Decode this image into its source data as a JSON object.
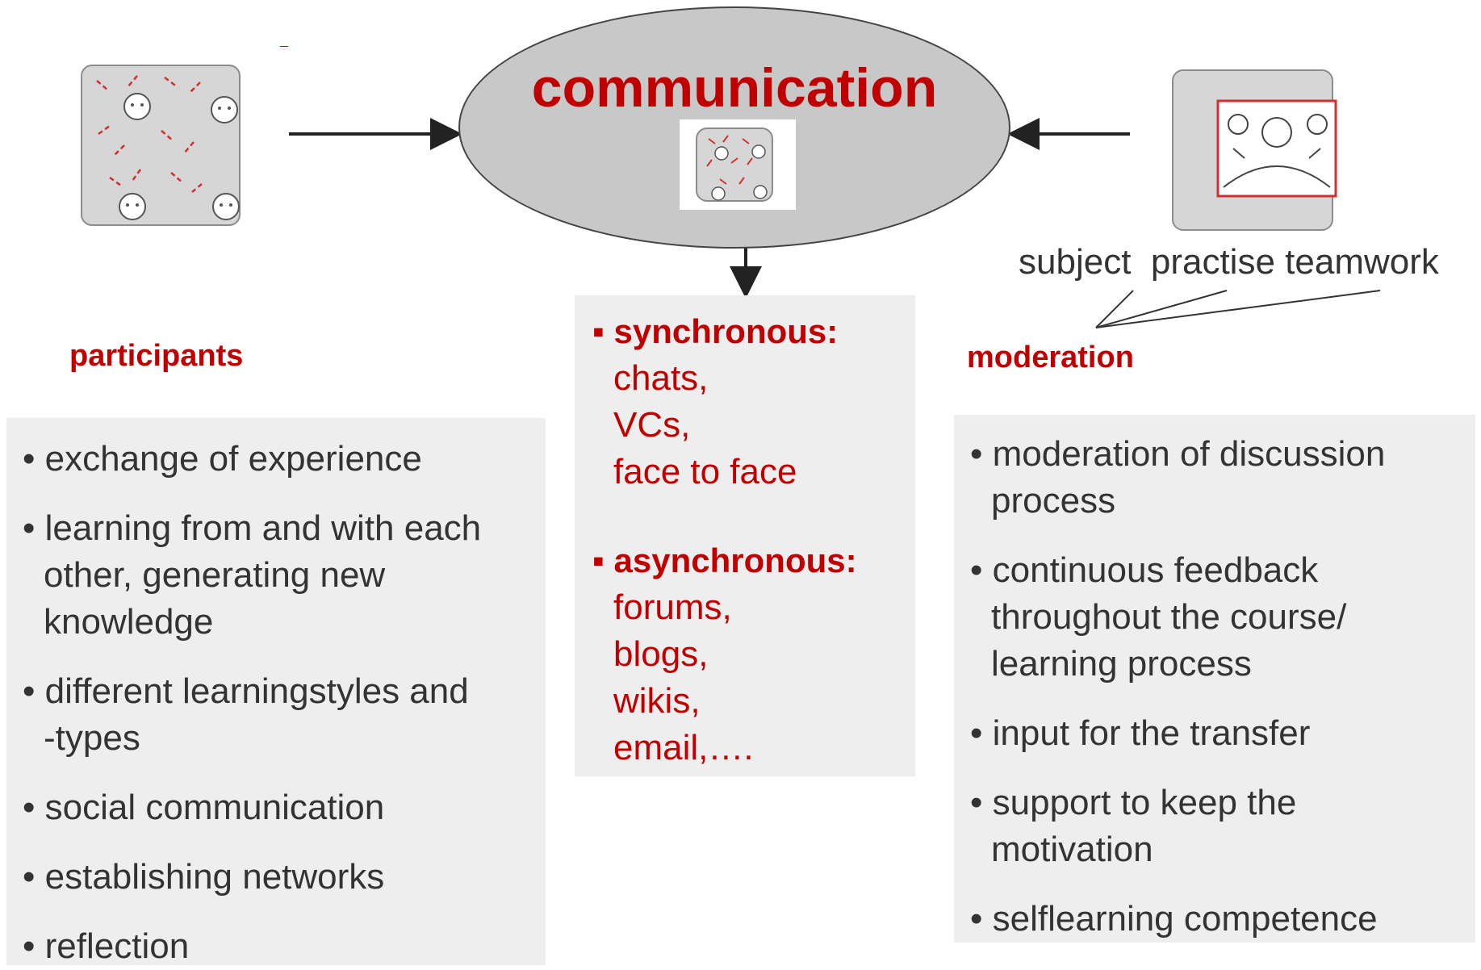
{
  "center": {
    "title": "communication"
  },
  "left": {
    "label": "participants",
    "items": [
      [
        "• exchange of experience"
      ],
      [
        "• learning from and with each",
        "other, generating new",
        "knowledge"
      ],
      [
        "• different learningstyles and",
        "-types"
      ],
      [
        "• social communication"
      ],
      [
        "• establishing networks"
      ],
      [
        "• reflection"
      ]
    ]
  },
  "middle": {
    "synchronous": {
      "heading": "▪ synchronous:",
      "lines": [
        "chats,",
        "VCs,",
        "face to face"
      ]
    },
    "asynchronous": {
      "heading": "▪ asynchronous:",
      "lines": [
        "forums,",
        "blogs,",
        "wikis,",
        "email,…."
      ]
    }
  },
  "right": {
    "label": "moderation",
    "caption": "subject  practise teamwork",
    "items": [
      [
        "• moderation of discussion",
        "process"
      ],
      [
        "• continuous feedback",
        "throughout the course/",
        "learning process"
      ],
      [
        "• input for the transfer"
      ],
      [
        "• support to keep the",
        "motivation"
      ],
      [
        "• selflearning competence"
      ]
    ]
  },
  "colors": {
    "accent": "#c00000",
    "panel": "#eeeeee",
    "ellipse": "#c8c8c8"
  },
  "icons": [
    "network-people-icon",
    "network-people-small-icon",
    "moderator-group-icon",
    "double-arrow-icon"
  ]
}
